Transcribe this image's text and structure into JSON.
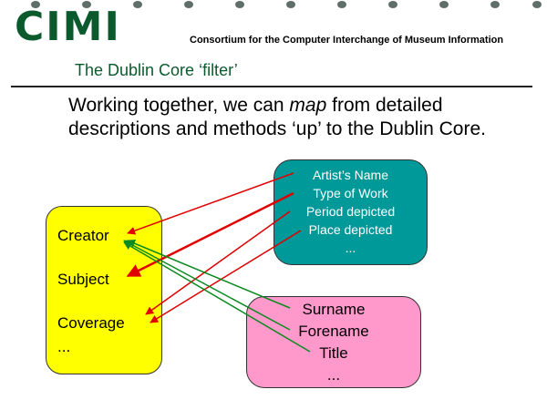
{
  "header": {
    "logo_text": "CIMI",
    "consortium": "Consortium for the Computer Interchange of Museum Information",
    "subtitle": "The Dublin Core ‘filter’"
  },
  "intro": {
    "part1": "Working together, we can ",
    "emphasis": "map",
    "part2": " from detailed descriptions and methods ‘up’ to the Dublin Core."
  },
  "dublin_core_box": {
    "items": [
      "Creator",
      "Subject",
      "Coverage",
      "..."
    ],
    "color": "#ffff00"
  },
  "art_box": {
    "items": [
      "Artist’s Name",
      "Type of Work",
      "Period depicted",
      "Place depicted",
      "..."
    ],
    "color": "#009999"
  },
  "name_box": {
    "items": [
      "Surname",
      "Forename",
      "Title",
      "..."
    ],
    "color": "#ff99cc"
  },
  "colors": {
    "brand_green": "#0b5a2d",
    "red_arrow": "#e00000",
    "green_arrow": "#0a8a20"
  }
}
